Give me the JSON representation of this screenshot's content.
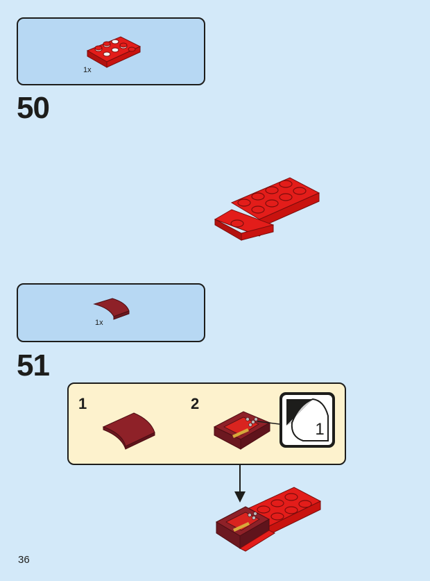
{
  "page": {
    "number": "36"
  },
  "colors": {
    "background": "#d3e9f9",
    "parts_box": "#b7d8f3",
    "substep_box": "#fdf2cd",
    "brick_red": "#e31d1a",
    "brick_dark_red": "#8e2128",
    "outline": "#1d1d1b"
  },
  "steps": [
    {
      "number": "50",
      "parts": [
        {
          "name": "red-plate-2x4",
          "quantity": "1x"
        }
      ]
    },
    {
      "number": "51",
      "parts": [
        {
          "name": "dark-red-curved-slope-2x2",
          "quantity": "1x"
        }
      ],
      "substeps": [
        {
          "number": "1"
        },
        {
          "number": "2",
          "callout_count": "1"
        }
      ]
    }
  ]
}
